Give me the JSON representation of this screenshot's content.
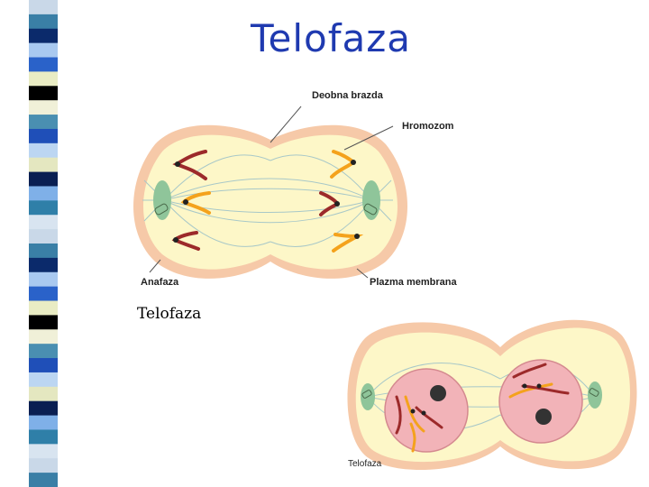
{
  "slide": {
    "title": "Telofaza",
    "subtitle": "Telofaza"
  },
  "diagram_top": {
    "labels": {
      "furrow": "Deobna brazda",
      "chromosome": "Hromozom",
      "anaphase": "Anafaza",
      "membrane": "Plazma membrana"
    }
  },
  "diagram_bottom": {
    "caption": "Telofaza"
  },
  "colors": {
    "title": "#1f3ab0",
    "cell_fill": "#fdf7c8",
    "cell_border": "#f6c9a8",
    "nucleus": "#f2b3b8",
    "centriole": "#8fc59a",
    "chromosome_red": "#9c2a2a",
    "chromosome_orange": "#f4a21c"
  },
  "stripe_colors": [
    "#c9d8e8",
    "#3a7fa6",
    "#0b2a6b",
    "#a9c9f0",
    "#2a62c9",
    "#e9ecc4",
    "#000000",
    "#f0f0d8",
    "#4a8fb1",
    "#1f4fb8",
    "#bcd6f2",
    "#e4e7c0",
    "#0a1f52",
    "#7fb0e8",
    "#2f7fa8",
    "#d8e4f0"
  ]
}
